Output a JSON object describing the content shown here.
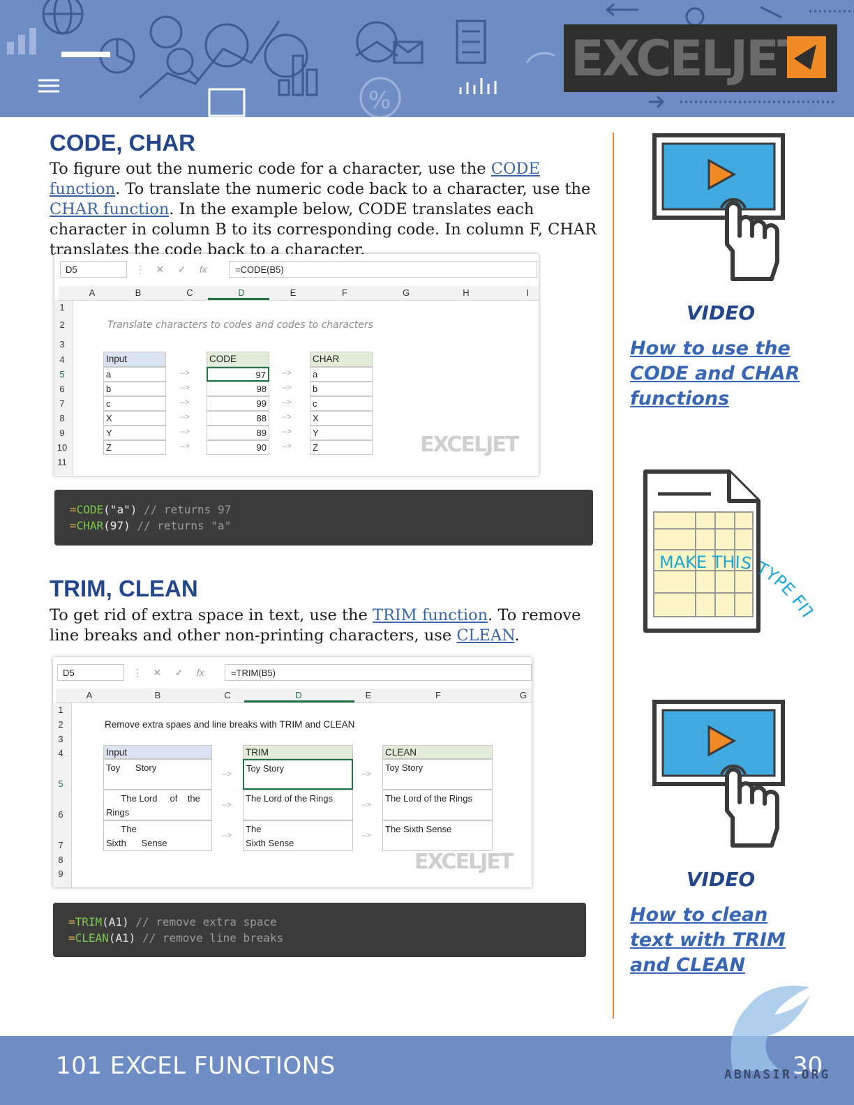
{
  "header": {
    "logo_text": "EXCELJET",
    "colors": {
      "banner": "#6f8dc5",
      "logo_box": "#2f2f2f",
      "logo_accent": "#f08a24"
    }
  },
  "section1": {
    "title": "CODE, CHAR",
    "p_text1": "To figure out the numeric code for a character, use the ",
    "link1": "CODE function",
    "p_text2": ". To translate the numeric code back to a character, use the ",
    "link2": "CHAR function",
    "p_text3": ". In the example below, CODE translates each character in column B to its corresponding code. In column F, CHAR translates the code back to a character.",
    "excel": {
      "namebox": "D5",
      "formula": "=CODE(B5)",
      "columns": [
        "A",
        "B",
        "C",
        "D",
        "E",
        "F",
        "G",
        "H",
        "I"
      ],
      "rows": [
        "1",
        "2",
        "3",
        "4",
        "5",
        "6",
        "7",
        "8",
        "9",
        "10",
        "11"
      ],
      "caption": "Translate characters to codes and codes to characters",
      "headers": [
        "Input",
        "CODE",
        "CHAR"
      ],
      "input": [
        "a",
        "b",
        "c",
        "X",
        "Y",
        "Z"
      ],
      "code": [
        "97",
        "98",
        "99",
        "88",
        "89",
        "90"
      ],
      "char": [
        "a",
        "b",
        "c",
        "X",
        "Y",
        "Z"
      ],
      "arrow": "-->",
      "watermark": "EXCELJET"
    },
    "code_lines": [
      {
        "eq": "=",
        "fn": "CODE",
        "args": "(\"a\")",
        "comment": " // returns 97"
      },
      {
        "eq": "=",
        "fn": "CHAR",
        "args": "(97)",
        "comment": " // returns \"a\""
      }
    ]
  },
  "section2": {
    "title": "TRIM, CLEAN",
    "p_text1": "To get rid of extra space in text, use the ",
    "link1": "TRIM function",
    "p_text2": ". To remove line breaks and other non-printing characters, use ",
    "link2": "CLEAN",
    "p_text3": ".",
    "excel": {
      "namebox": "D5",
      "formula": "=TRIM(B5)",
      "columns": [
        "A",
        "B",
        "C",
        "D",
        "E",
        "F",
        "G"
      ],
      "rows": [
        "1",
        "2",
        "3",
        "4",
        "5",
        "6",
        "7",
        "8",
        "9"
      ],
      "caption": "Remove extra spaes and line breaks with TRIM and CLEAN",
      "headers": [
        "Input",
        "TRIM",
        "CLEAN"
      ],
      "input": [
        {
          "l1": "Toy      Story",
          "l2": ""
        },
        {
          "l1": "      The Lord     of    the",
          "l2": "Rings"
        },
        {
          "l1": "      The",
          "l2": "Sixth      Sense"
        }
      ],
      "trim": [
        {
          "l1": "Toy Story",
          "l2": ""
        },
        {
          "l1": "The Lord of the Rings",
          "l2": ""
        },
        {
          "l1": "The",
          "l2": "Sixth Sense"
        }
      ],
      "clean": [
        "Toy Story",
        "The Lord of the Rings",
        "The Sixth Sense"
      ],
      "arrow": "-->",
      "watermark": "EXCELJET"
    },
    "code_lines": [
      {
        "eq": "=",
        "fn": "TRIM",
        "args": "(A1)",
        "comment": " // remove extra space"
      },
      {
        "eq": "=",
        "fn": "CLEAN",
        "args": "(A1)",
        "comment": " // remove line breaks"
      }
    ]
  },
  "sidebar": {
    "video1_label": "VIDEO",
    "video1_link": "How to use the CODE and CHAR functions",
    "promo_text": "MAKE THIS TYPE FIT",
    "video2_label": "VIDEO",
    "video2_link": "How to clean text with TRIM and CLEAN",
    "colors": {
      "screen": "#3fa9e0",
      "play": "#f08a24",
      "outline": "#3a3a3a",
      "promo": "#1ba6d8",
      "grid_fill": "#fbf4c4"
    }
  },
  "footer": {
    "title": "101 EXCEL FUNCTIONS",
    "page": "30",
    "watermark": "ABNASIR.ORG"
  }
}
